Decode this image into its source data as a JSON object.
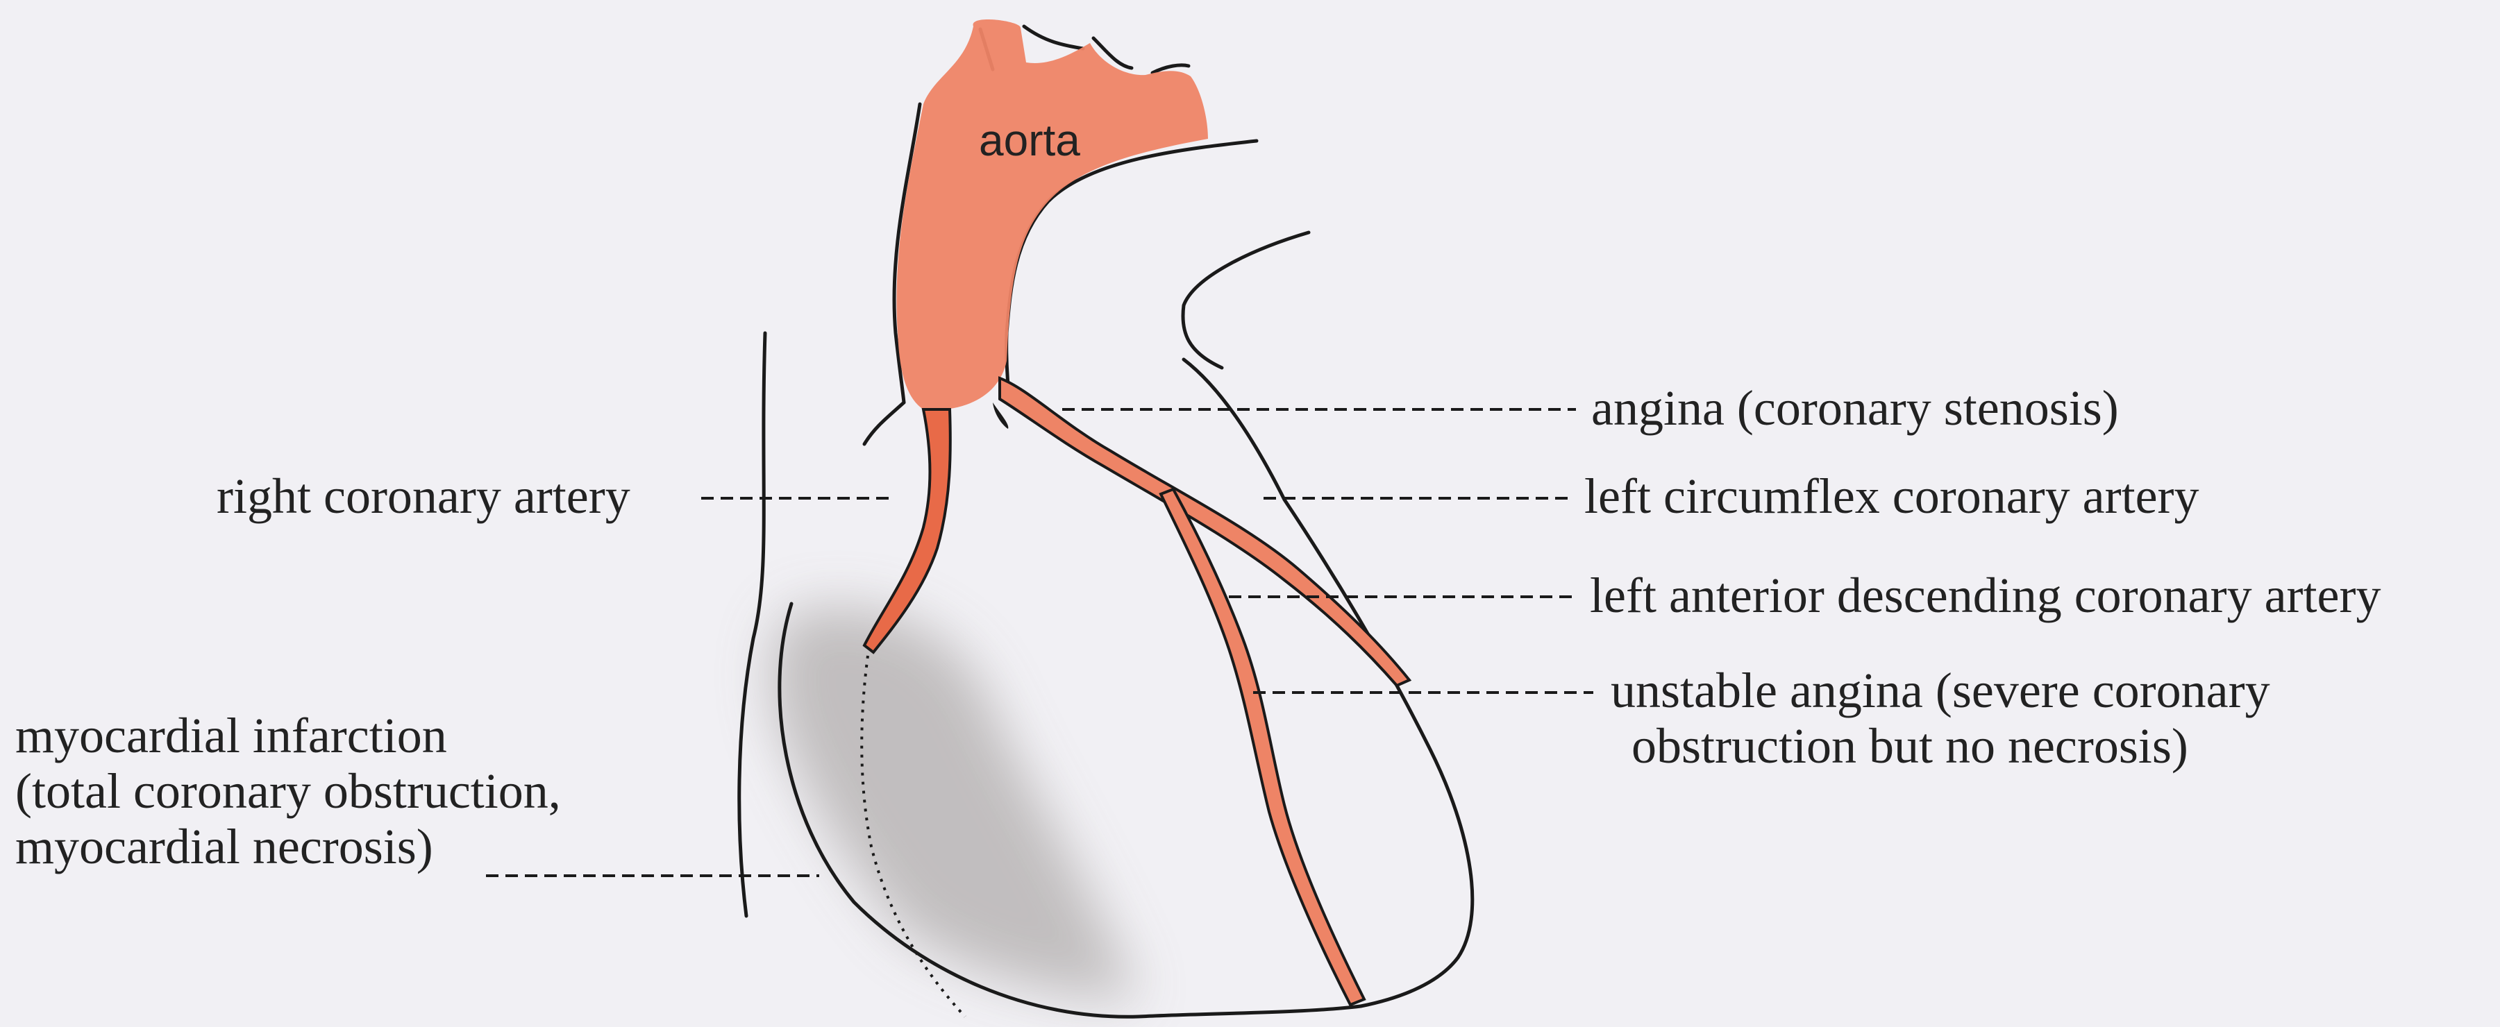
{
  "labels": {
    "aorta": "aorta",
    "angina": "angina (coronary stenosis)",
    "rca": "right coronary artery",
    "lcx": "left circumflex coronary artery",
    "lad": "left anterior descending coronary artery",
    "unstable_line1": "unstable angina (severe coronary",
    "unstable_line2": "obstruction but no necrosis)",
    "mi_line1": "myocardial infarction",
    "mi_line2": "(total coronary obstruction,",
    "mi_line3": "myocardial necrosis)"
  },
  "colors": {
    "background": "#f1f0f4",
    "artery_fill": "#ee8466",
    "artery_dark": "#e2603e",
    "outline": "#1a1a1a",
    "infarct_shade": "#b9b6b6"
  }
}
